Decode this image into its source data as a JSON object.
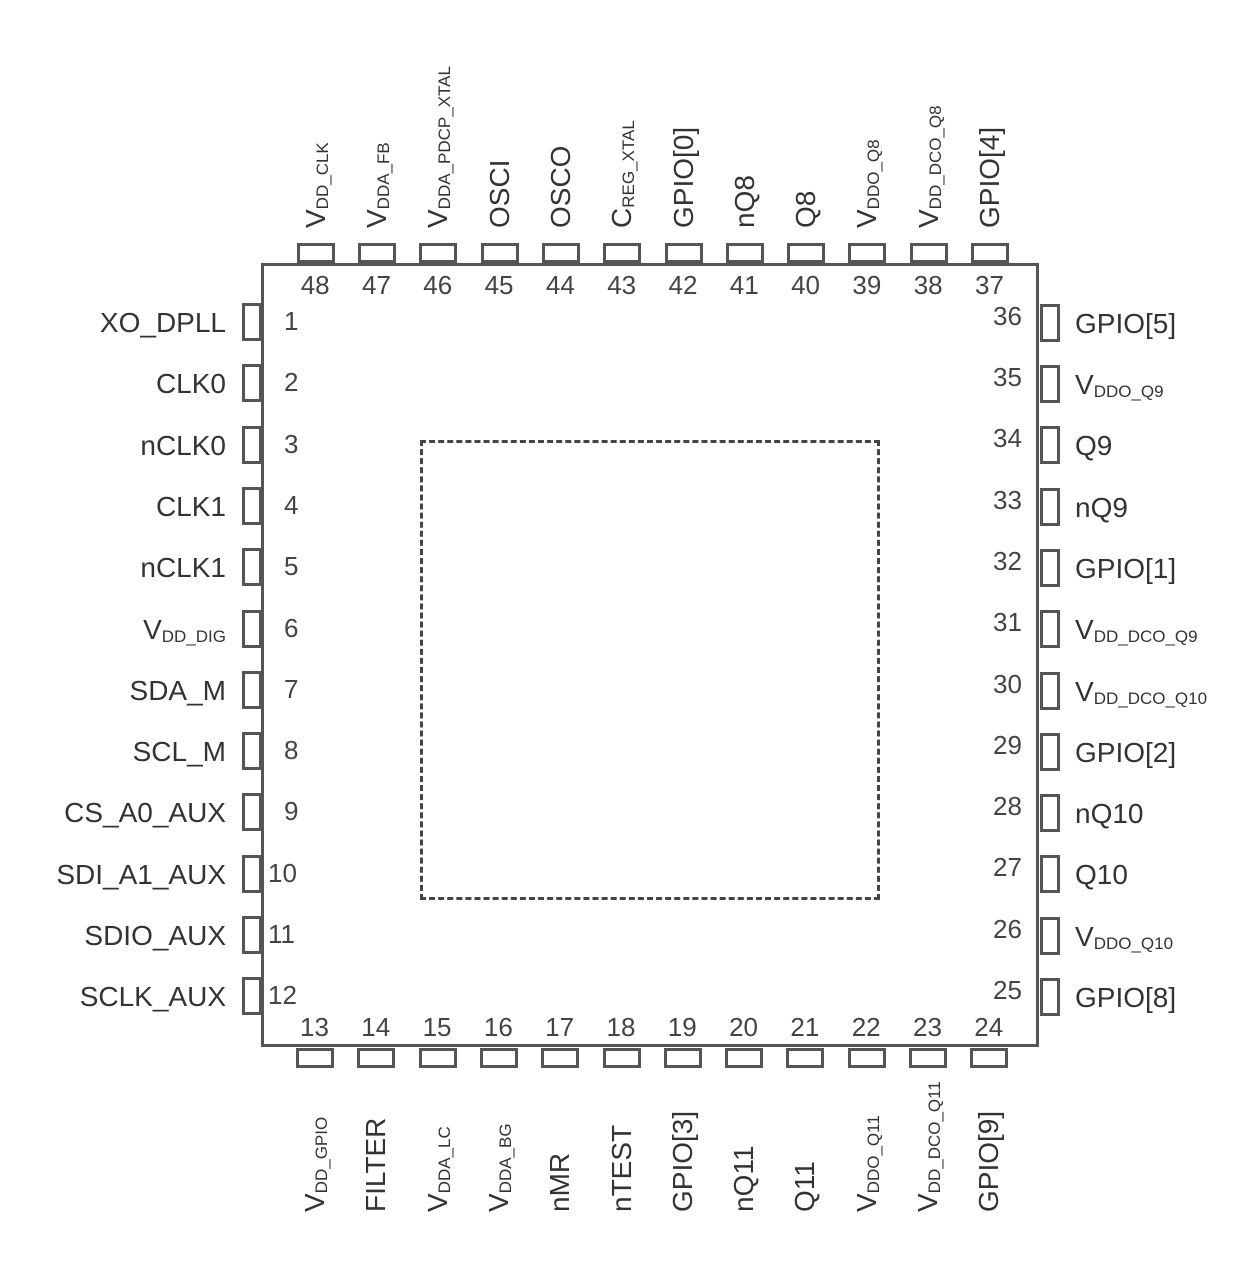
{
  "diagram": {
    "type": "IC package pinout (48-pin, top view)",
    "exposed_pad": "dashed square center"
  },
  "pins": {
    "left": [
      {
        "num": "1",
        "name": "XO_DPLL",
        "sub": ""
      },
      {
        "num": "2",
        "name": "CLK0",
        "sub": ""
      },
      {
        "num": "3",
        "name": "nCLK0",
        "sub": ""
      },
      {
        "num": "4",
        "name": "CLK1",
        "sub": ""
      },
      {
        "num": "5",
        "name": "nCLK1",
        "sub": ""
      },
      {
        "num": "6",
        "name": "V",
        "sub": "DD_DIG"
      },
      {
        "num": "7",
        "name": "SDA_M",
        "sub": ""
      },
      {
        "num": "8",
        "name": "SCL_M",
        "sub": ""
      },
      {
        "num": "9",
        "name": "CS_A0_AUX",
        "sub": ""
      },
      {
        "num": "10",
        "name": "SDI_A1_AUX",
        "sub": ""
      },
      {
        "num": "11",
        "name": "SDIO_AUX",
        "sub": ""
      },
      {
        "num": "12",
        "name": "SCLK_AUX",
        "sub": ""
      }
    ],
    "bottom": [
      {
        "num": "13",
        "name": "V",
        "sub": "DD_GPIO"
      },
      {
        "num": "14",
        "name": "FILTER",
        "sub": ""
      },
      {
        "num": "15",
        "name": "V",
        "sub": "DDA_LC"
      },
      {
        "num": "16",
        "name": "V",
        "sub": "DDA_BG"
      },
      {
        "num": "17",
        "name": "nMR",
        "sub": ""
      },
      {
        "num": "18",
        "name": "nTEST",
        "sub": ""
      },
      {
        "num": "19",
        "name": "GPIO[3]",
        "sub": ""
      },
      {
        "num": "20",
        "name": "nQ11",
        "sub": ""
      },
      {
        "num": "21",
        "name": "Q11",
        "sub": ""
      },
      {
        "num": "22",
        "name": "V",
        "sub": "DDO_Q11"
      },
      {
        "num": "23",
        "name": "V",
        "sub": "DD_DCO_Q11"
      },
      {
        "num": "24",
        "name": "GPIO[9]",
        "sub": ""
      }
    ],
    "right": [
      {
        "num": "25",
        "name": "GPIO[8]",
        "sub": ""
      },
      {
        "num": "26",
        "name": "V",
        "sub": "DDO_Q10"
      },
      {
        "num": "27",
        "name": "Q10",
        "sub": ""
      },
      {
        "num": "28",
        "name": "nQ10",
        "sub": ""
      },
      {
        "num": "29",
        "name": "GPIO[2]",
        "sub": ""
      },
      {
        "num": "30",
        "name": "V",
        "sub": "DD_DCO_Q10"
      },
      {
        "num": "31",
        "name": "V",
        "sub": "DD_DCO_Q9"
      },
      {
        "num": "32",
        "name": "GPIO[1]",
        "sub": ""
      },
      {
        "num": "33",
        "name": "nQ9",
        "sub": ""
      },
      {
        "num": "34",
        "name": "Q9",
        "sub": ""
      },
      {
        "num": "35",
        "name": "V",
        "sub": "DDO_Q9"
      },
      {
        "num": "36",
        "name": "GPIO[5]",
        "sub": ""
      }
    ],
    "top": [
      {
        "num": "37",
        "name": "GPIO[4]",
        "sub": ""
      },
      {
        "num": "38",
        "name": "V",
        "sub": "DD_DCO_Q8"
      },
      {
        "num": "39",
        "name": "V",
        "sub": "DDO_Q8"
      },
      {
        "num": "40",
        "name": "Q8",
        "sub": ""
      },
      {
        "num": "41",
        "name": "nQ8",
        "sub": ""
      },
      {
        "num": "42",
        "name": "GPIO[0]",
        "sub": ""
      },
      {
        "num": "43",
        "name": "C",
        "sub": "REG_XTAL"
      },
      {
        "num": "44",
        "name": "OSCO",
        "sub": ""
      },
      {
        "num": "45",
        "name": "OSCI",
        "sub": ""
      },
      {
        "num": "46",
        "name": "V",
        "sub": "DDA_PDCP_XTAL"
      },
      {
        "num": "47",
        "name": "V",
        "sub": "DDA_FB"
      },
      {
        "num": "48",
        "name": "V",
        "sub": "DD_CLK"
      }
    ]
  }
}
